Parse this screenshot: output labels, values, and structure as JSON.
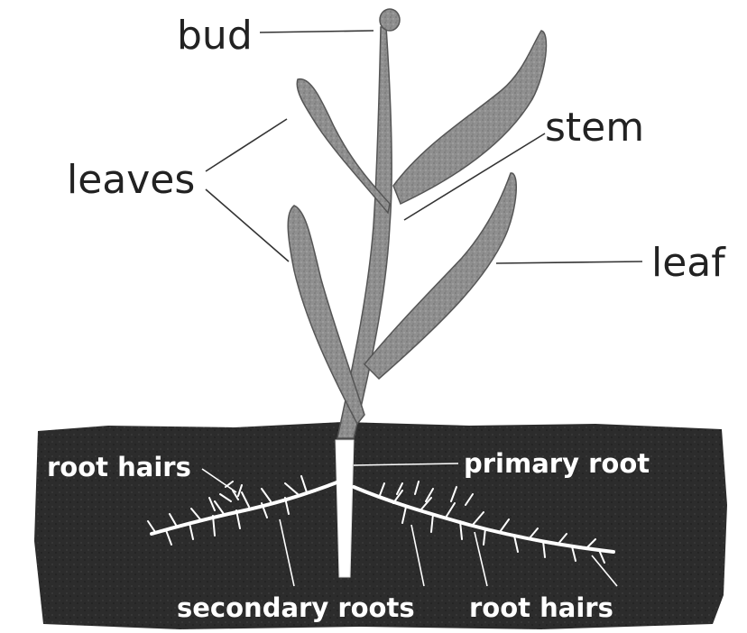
{
  "diagram": {
    "labels": {
      "bud": "bud",
      "stem": "stem",
      "leaves": "leaves",
      "leaf": "leaf",
      "root_hairs_left": "root hairs",
      "primary_root": "primary root",
      "secondary_roots": "secondary roots",
      "root_hairs_right": "root hairs"
    },
    "colors": {
      "soil": "#2a2a2a",
      "plant": "#8c8c8c",
      "plant_edge": "#555555",
      "roots": "#ffffff",
      "label_dark": "#222222",
      "label_light": "#ffffff"
    }
  }
}
